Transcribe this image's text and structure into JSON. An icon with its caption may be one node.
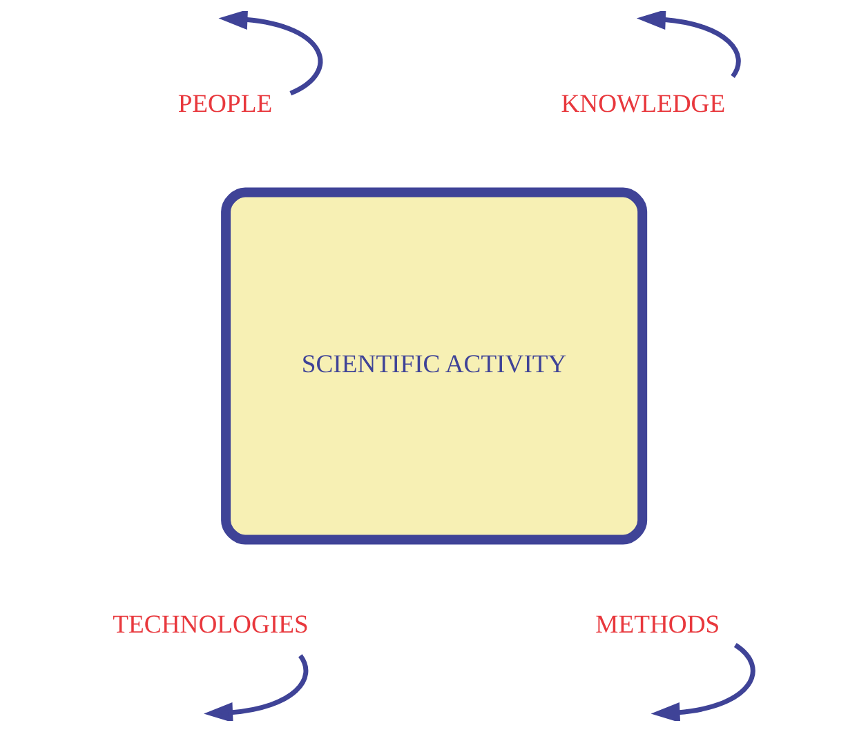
{
  "diagram": {
    "nodes": [
      {
        "text": [
          "KNOWLEDGE"
        ]
      },
      {
        "text": [
          "PEOPLE"
        ]
      },
      {
        "text": [
          "SCIENTIFIC ACTIVITY"
        ]
      },
      {
        "text": [
          "TECHNOLOGIES"
        ]
      },
      {
        "text": [
          "METHODS"
        ]
      }
    ],
    "edges": [
      {
        "from": 0,
        "to": null,
        "arrow": "to"
      },
      {
        "from": 1,
        "to": null,
        "arrow": "to"
      },
      {
        "from": 3,
        "to": null,
        "arrow": "to"
      },
      {
        "from": 4,
        "to": null,
        "arrow": "to"
      }
    ]
  }
}
